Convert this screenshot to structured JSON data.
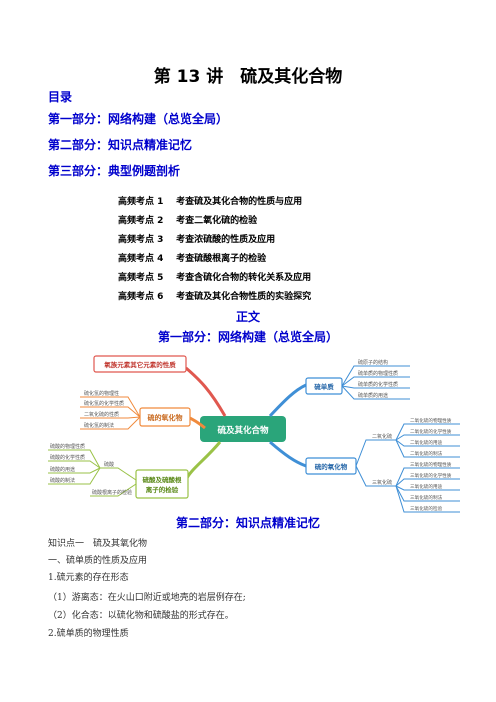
{
  "doc": {
    "title": "第 13 讲　硫及其化合物",
    "toc_heading": "目录",
    "parts": [
      "第一部分：网络构建（总览全局）",
      "第二部分：知识点精准记忆",
      "第三部分：典型例题剖析"
    ],
    "key_points": [
      {
        "label": "高频考点 1",
        "text": "考查硫及其化合物的性质与应用"
      },
      {
        "label": "高频考点 2",
        "text": "考查二氧化硫的检验"
      },
      {
        "label": "高频考点 3",
        "text": "考查浓硫酸的性质及应用"
      },
      {
        "label": "高频考点 4",
        "text": "考查硫酸根离子的检验"
      },
      {
        "label": "高频考点 5",
        "text": "考查含硫化合物的转化关系及应用"
      },
      {
        "label": "高频考点 6",
        "text": "考查硫及其化合物性质的实验探究"
      }
    ],
    "main_label": "正文",
    "section1_title": "第一部分：网络构建（总览全局）",
    "section2_title": "第二部分：知识点精准记忆",
    "body_lines": [
      "知识点一　硫及其氧化物",
      "一、硫单质的性质及应用",
      "1.硫元素的存在形态",
      "（1）游离态：在火山口附近或地壳的岩层例存在;",
      "（2）化合态：以硫化物和硫酸盐的形式存在。",
      "2.硫单质的物理性质"
    ]
  },
  "mindmap": {
    "center": "硫及其化合物",
    "top_left": "氧族元素其它元素的性质",
    "oxides": "硫的氧化物",
    "oxide_items": [
      "硫化氢的物理性",
      "硫化氢的化学性质",
      "二氧化硫的性质",
      "硫化氢的制法"
    ],
    "sulfate": "硫酸及硫酸根离子的检验",
    "sulfate_left": [
      "硫酸的物理性质",
      "硫酸的化学性质",
      "硫酸的用途",
      "硫酸的制法"
    ],
    "sulfate_mid": "硫酸",
    "sulfate_bottom": "硫酸根离子的检验",
    "elemental": "硫单质",
    "elemental_items": [
      "硫原子的结构",
      "硫单质的物理性质",
      "硫单质的化学性质",
      "硫单质的用途"
    ],
    "compounds": "硫的氧化物",
    "so2": "二氧化硫",
    "so3": "三氧化硫",
    "so2_items": [
      "二氧化硫的物理性质",
      "二氧化硫的化学性质",
      "二氧化硫的用途",
      "二氧化硫的制法"
    ],
    "so3_items": [
      "三氧化硫的物理性质",
      "三氧化硫的化学性质",
      "三氧化硫的用途",
      "三氧化硫的制法",
      "三氧化硫的检验"
    ],
    "colors": {
      "red": "#e0584f",
      "orange": "#f08a3c",
      "green": "#9ac247",
      "blue": "#3f8fd6",
      "teal": "#2aa57a"
    }
  }
}
